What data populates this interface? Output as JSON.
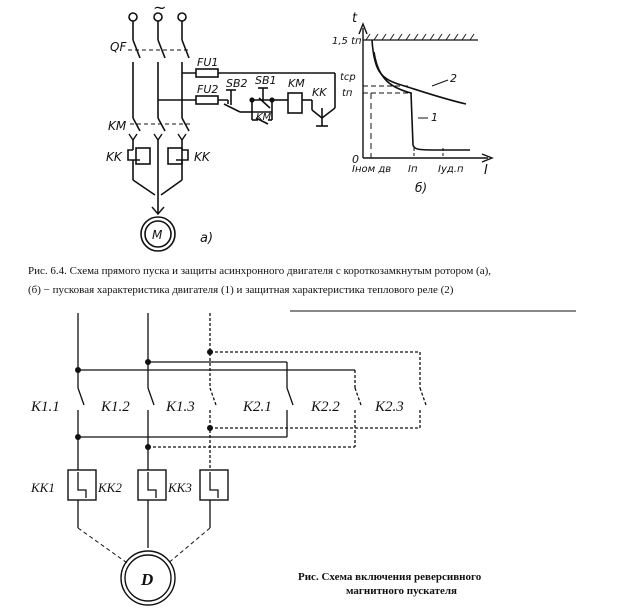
{
  "top_diagram": {
    "ac_symbol": "~",
    "labels": {
      "qf": "QF",
      "fu1": "FU1",
      "fu2": "FU2",
      "sb2": "SB2",
      "sb1": "SB1",
      "km_coil": "KM",
      "kk_contact": "KK",
      "km_hold": "KM",
      "km_main": "KM",
      "kk_left": "KK",
      "kk_right": "KK",
      "motor": "M",
      "part_a": "а)"
    },
    "graph": {
      "axis_t": "t",
      "axis_i": "I",
      "origin": "0",
      "y_1_5tn": "1,5 tп",
      "y_tcp": "tср",
      "y_tn": "tп",
      "x_inom": "Iном дв",
      "x_in": "Iп",
      "x_iudp": "Iуд.п",
      "curve_1": "1",
      "curve_2": "2",
      "part_b": "б)"
    }
  },
  "caption": {
    "line1": "Рис. 6.4. Схема прямого пуска и защиты асинхронного двигателя с короткозамкнутым ротором (а),",
    "line2": "(б) − пусковая характеристика двигателя (1) и защитная характеристика теплового реле (2)"
  },
  "bottom_diagram": {
    "contacts": [
      "K1.1",
      "K1.2",
      "K1.3",
      "K2.1",
      "K2.2",
      "K2.3"
    ],
    "relays": [
      "KK1",
      "KK2",
      "KK3"
    ],
    "motor": "D",
    "caption_line1": "Рис.     Схема включения реверсивного",
    "caption_line2": "магнитного пускателя"
  }
}
